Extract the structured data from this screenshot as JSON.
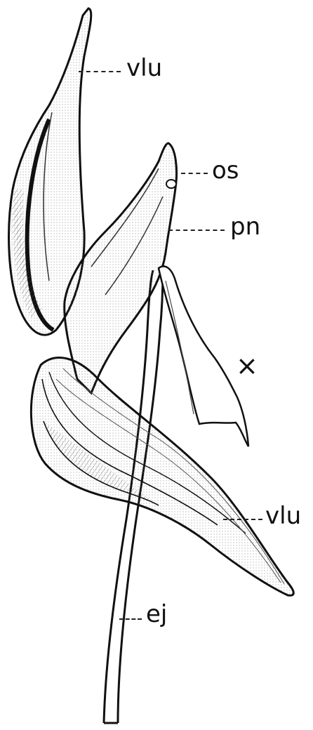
{
  "labels": {
    "vlu_upper": "vlu",
    "os": "os",
    "pn": "pn",
    "x": "×",
    "vlu_lower": "vlu",
    "ej": "ej"
  },
  "colors": {
    "ink": "#111111",
    "paper": "#ffffff"
  }
}
